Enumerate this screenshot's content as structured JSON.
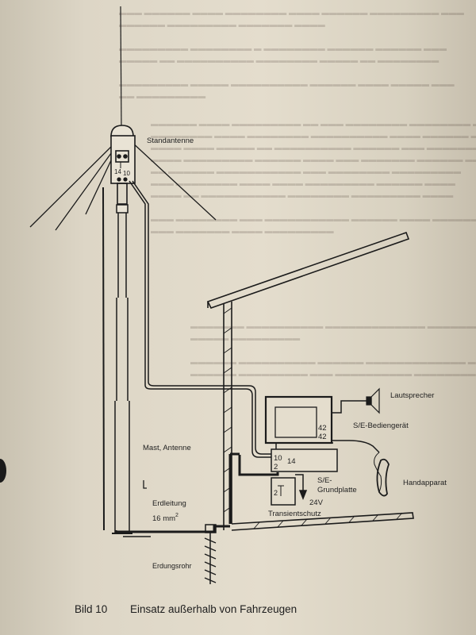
{
  "figure": {
    "caption_number": "Bild 10",
    "caption_title": "Einsatz außerhalb von Fahrzeugen"
  },
  "labels": {
    "standantenne": "Standantenne",
    "antenna_num_left": "14",
    "antenna_num_right": "10",
    "mast": "Mast, Antenne",
    "erdleitung_line1": "Erdleitung",
    "erdleitung_line2": "16 mm",
    "erdleitung_sup": "2",
    "erdungsrohr": "Erdungsrohr",
    "lautsprecher": "Lautsprecher",
    "bediengeraet": "S/E-Bediengerät",
    "bedien_num_1": "42",
    "bedien_num_2": "42",
    "grundplatte_line1": "S/E-",
    "grundplatte_line2": "Grundplatte",
    "grund_num_10": "10",
    "grund_num_14": "14",
    "grund_num_2": "2",
    "transient_num": "2",
    "voltage": "24V",
    "transientschutz": "Transientschutz",
    "handapparat": "Handapparat"
  },
  "colors": {
    "paper": "#e0d9c9",
    "ink": "#1b1b1b"
  }
}
